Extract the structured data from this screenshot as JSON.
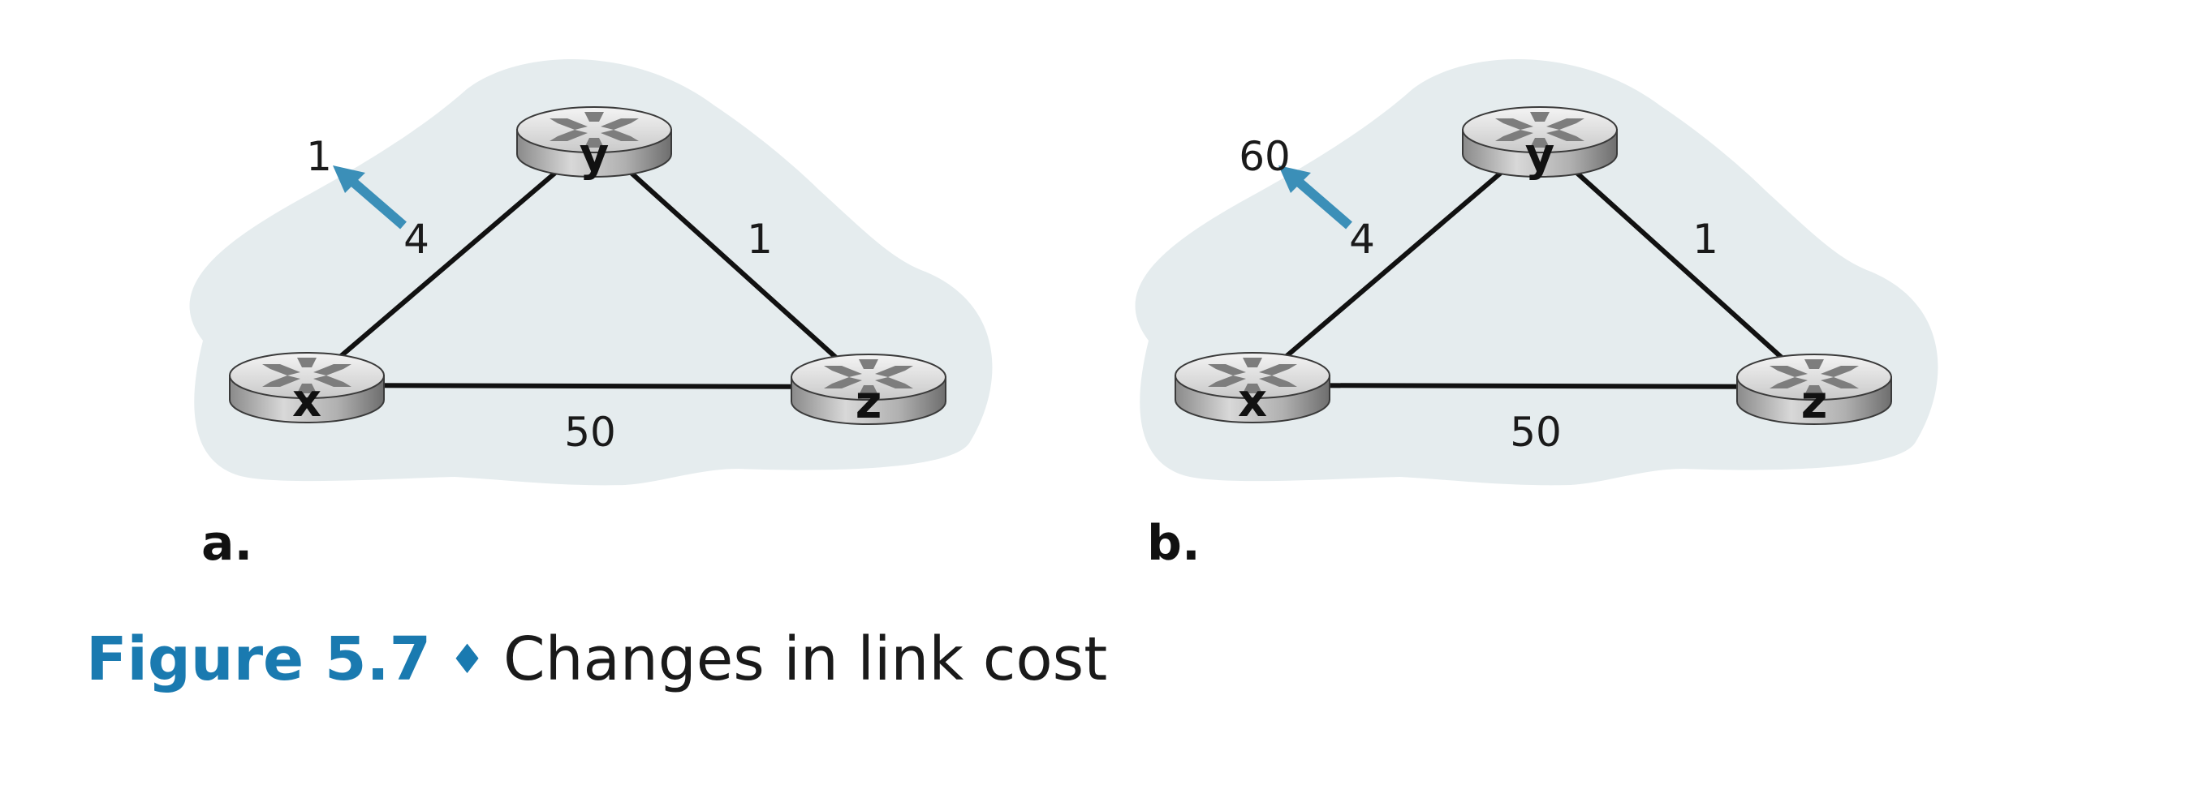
{
  "colors": {
    "cloud": "#e5ecee",
    "link": "#111111",
    "arrow": "#3b8fb8",
    "accent": "#1a7ab0"
  },
  "panels": [
    {
      "letter": "a.",
      "changed_cost": "1",
      "links": {
        "xy": "4",
        "yz": "1",
        "xz": "50"
      },
      "nodes": {
        "x": "x",
        "y": "y",
        "z": "z"
      }
    },
    {
      "letter": "b.",
      "changed_cost": "60",
      "links": {
        "xy": "4",
        "yz": "1",
        "xz": "50"
      },
      "nodes": {
        "x": "x",
        "y": "y",
        "z": "z"
      }
    }
  ],
  "caption": {
    "number": "Figure 5.7",
    "separator": "♦",
    "text": "Changes in link cost"
  }
}
